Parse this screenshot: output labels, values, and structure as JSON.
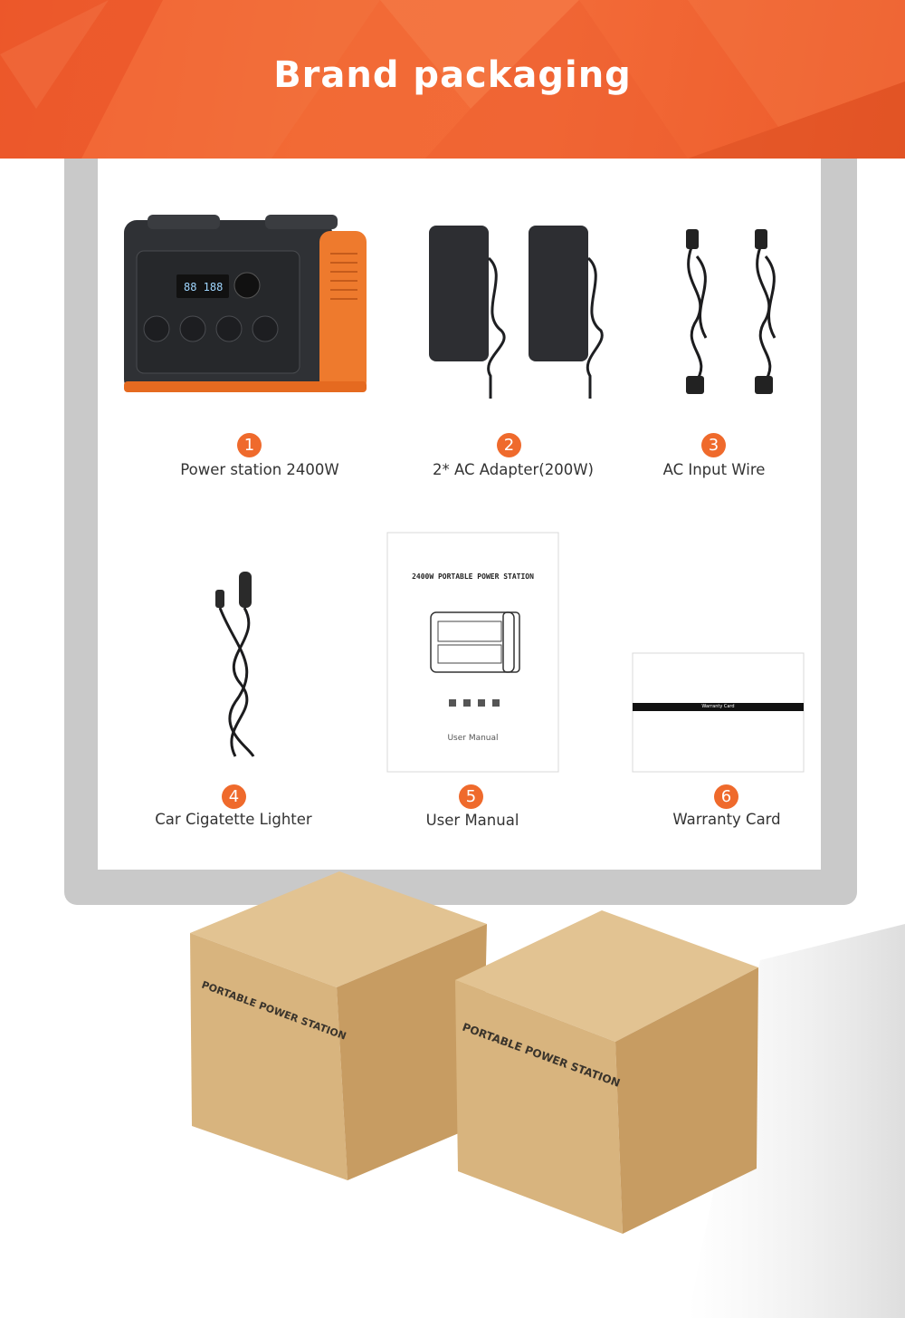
{
  "header": {
    "title": "Brand packaging"
  },
  "items": [
    {
      "number": "1",
      "label": "Power station 2400W"
    },
    {
      "number": "2",
      "label": "2* AC Adapter(200W)"
    },
    {
      "number": "3",
      "label": "AC Input Wire"
    },
    {
      "number": "4",
      "label": "Car Cigatette Lighter"
    },
    {
      "number": "5",
      "label": "User Manual"
    },
    {
      "number": "6",
      "label": "Warranty Card"
    }
  ],
  "manual": {
    "title": "2400W PORTABLE POWER STATION",
    "subtitle": "User Manual"
  },
  "warranty_card": {
    "label": "Warranty Card"
  },
  "box": {
    "print": "PORTABLE POWER STATION"
  },
  "colors": {
    "accent": "#ef6a2c",
    "banner": "#f26a35",
    "frame": "#c9c9c9",
    "cardboard": "#d8b47e"
  }
}
